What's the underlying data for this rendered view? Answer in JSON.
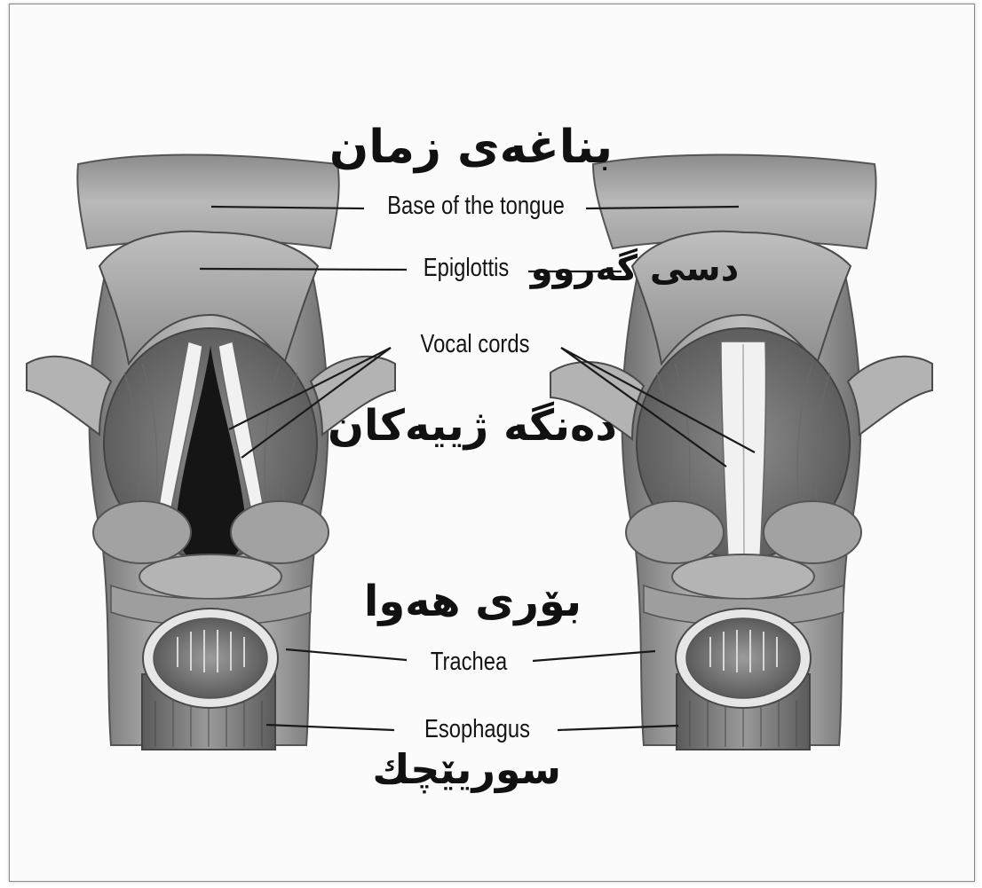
{
  "labels": {
    "base_of_tongue": "Base of the tongue",
    "epiglottis": "Epiglottis",
    "vocal_cords": "Vocal cords",
    "trachea": "Trachea",
    "esophagus": "Esophagus"
  },
  "kurdish_labels": {
    "base_of_tongue": "بناغەی زمان",
    "epiglottis": "دسی گەروو",
    "vocal_cords": "دەنگە ژییەکان",
    "trachea": "بۆری هەوا",
    "esophagus": "سوریێچك"
  },
  "colors": {
    "tissue_light": "#c9c9c9",
    "tissue_mid": "#9a9a9a",
    "tissue_dark": "#5a5a5a",
    "cords": "#f1f1f1",
    "airway": "#151515"
  }
}
